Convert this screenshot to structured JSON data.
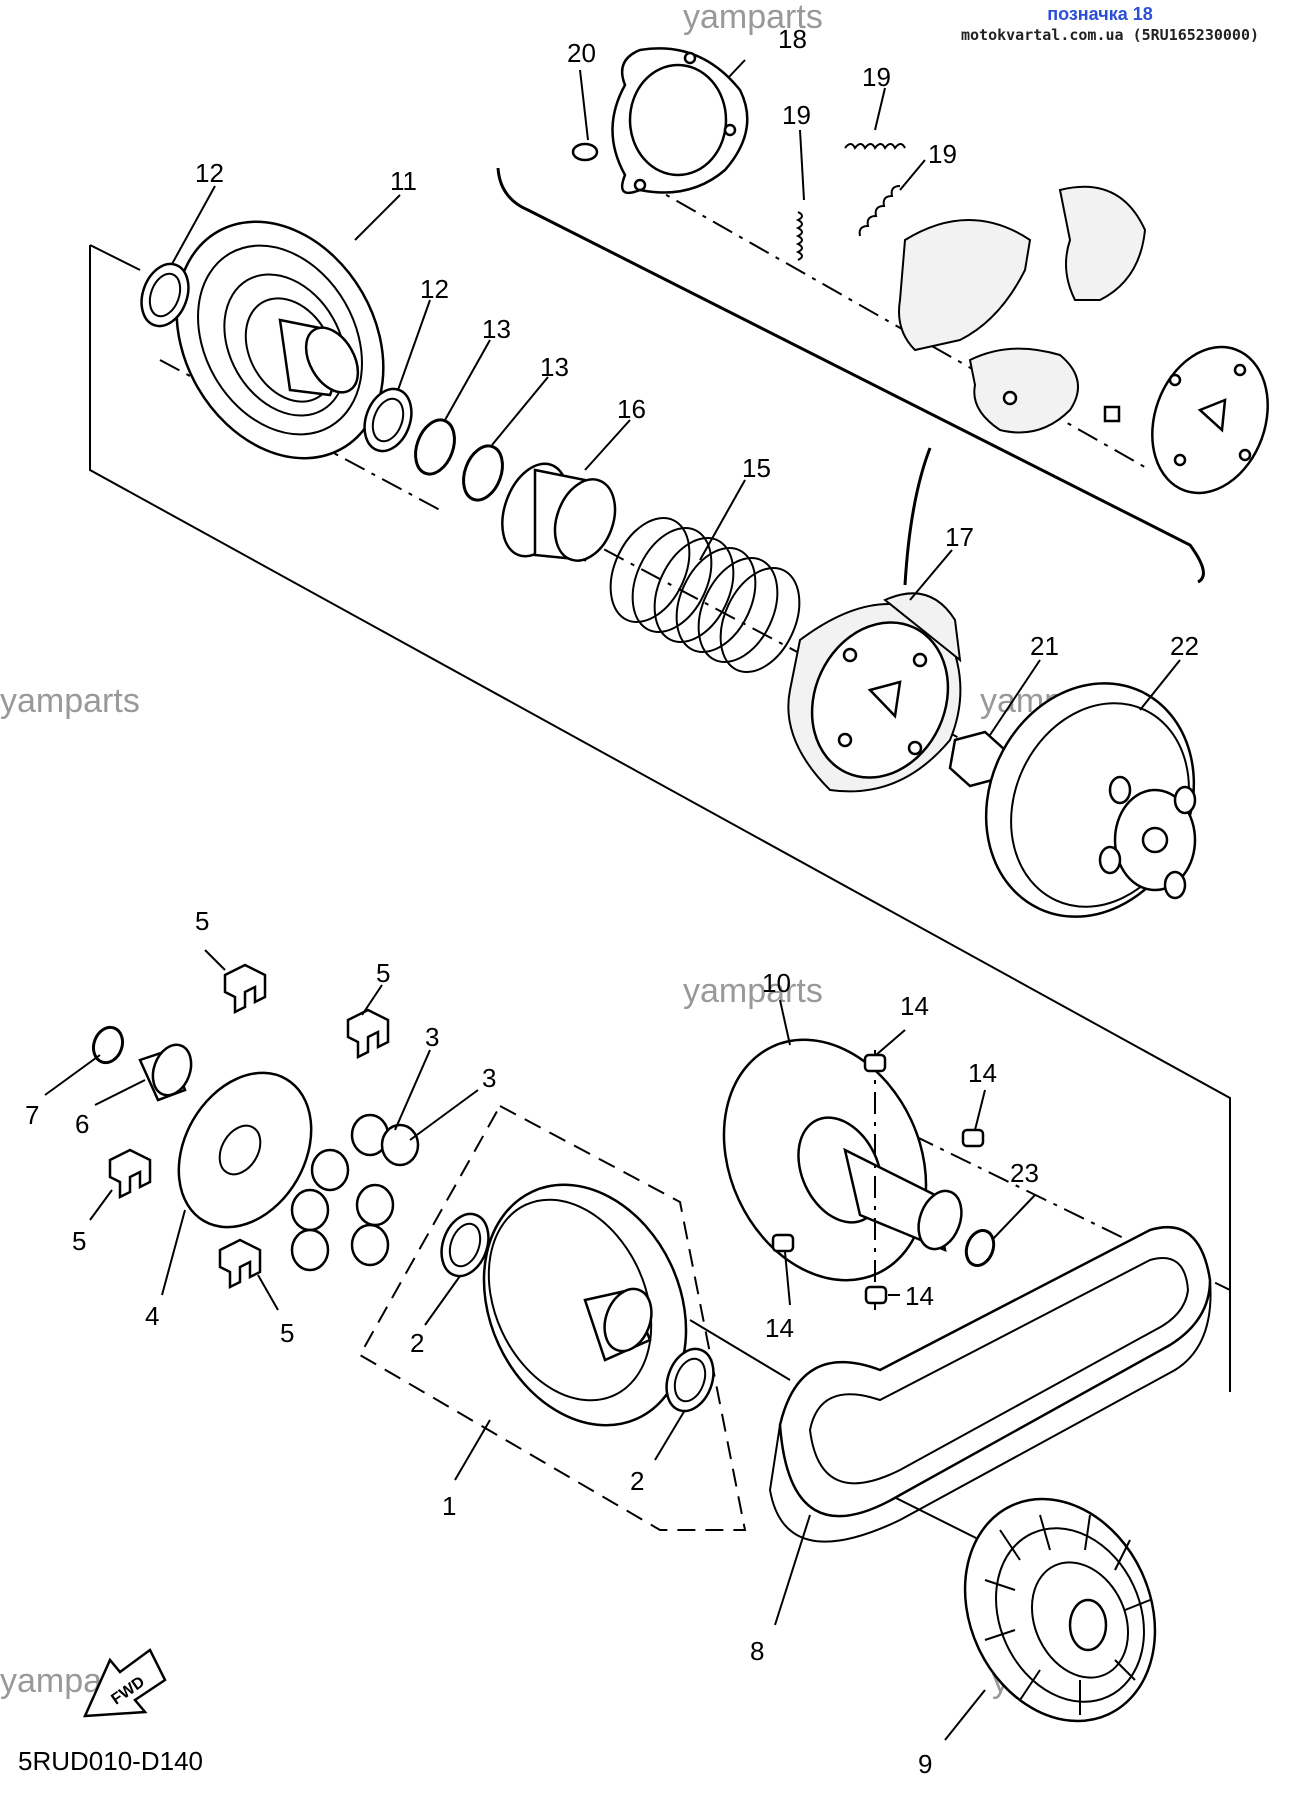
{
  "header": {
    "title": "позначка 18",
    "subtitle": "motokvartal.com.ua (5RU165230000)"
  },
  "diagram_code": "5RUD010-D140",
  "fwd_label": "FWD",
  "watermarks": [
    "yamparts",
    "yamparts",
    "yamparts",
    "yamparts",
    "yamparts",
    "yamparts"
  ],
  "callouts": [
    {
      "id": "c20",
      "text": "20"
    },
    {
      "id": "c18",
      "text": "18"
    },
    {
      "id": "c19a",
      "text": "19"
    },
    {
      "id": "c19b",
      "text": "19"
    },
    {
      "id": "c19c",
      "text": "19"
    },
    {
      "id": "c12a",
      "text": "12"
    },
    {
      "id": "c11",
      "text": "11"
    },
    {
      "id": "c12b",
      "text": "12"
    },
    {
      "id": "c13a",
      "text": "13"
    },
    {
      "id": "c13b",
      "text": "13"
    },
    {
      "id": "c16",
      "text": "16"
    },
    {
      "id": "c15",
      "text": "15"
    },
    {
      "id": "c17",
      "text": "17"
    },
    {
      "id": "c21",
      "text": "21"
    },
    {
      "id": "c22",
      "text": "22"
    },
    {
      "id": "c5a",
      "text": "5"
    },
    {
      "id": "c5b",
      "text": "5"
    },
    {
      "id": "c3a",
      "text": "3"
    },
    {
      "id": "c3b",
      "text": "3"
    },
    {
      "id": "c7",
      "text": "7"
    },
    {
      "id": "c6",
      "text": "6"
    },
    {
      "id": "c5c",
      "text": "5"
    },
    {
      "id": "c4",
      "text": "4"
    },
    {
      "id": "c5d",
      "text": "5"
    },
    {
      "id": "c10",
      "text": "10"
    },
    {
      "id": "c14a",
      "text": "14"
    },
    {
      "id": "c14b",
      "text": "14"
    },
    {
      "id": "c23",
      "text": "23"
    },
    {
      "id": "c14c",
      "text": "14"
    },
    {
      "id": "c14d",
      "text": "14"
    },
    {
      "id": "c2a",
      "text": "2"
    },
    {
      "id": "c2b",
      "text": "2"
    },
    {
      "id": "c1",
      "text": "1"
    },
    {
      "id": "c8",
      "text": "8"
    },
    {
      "id": "c9",
      "text": "9"
    }
  ]
}
